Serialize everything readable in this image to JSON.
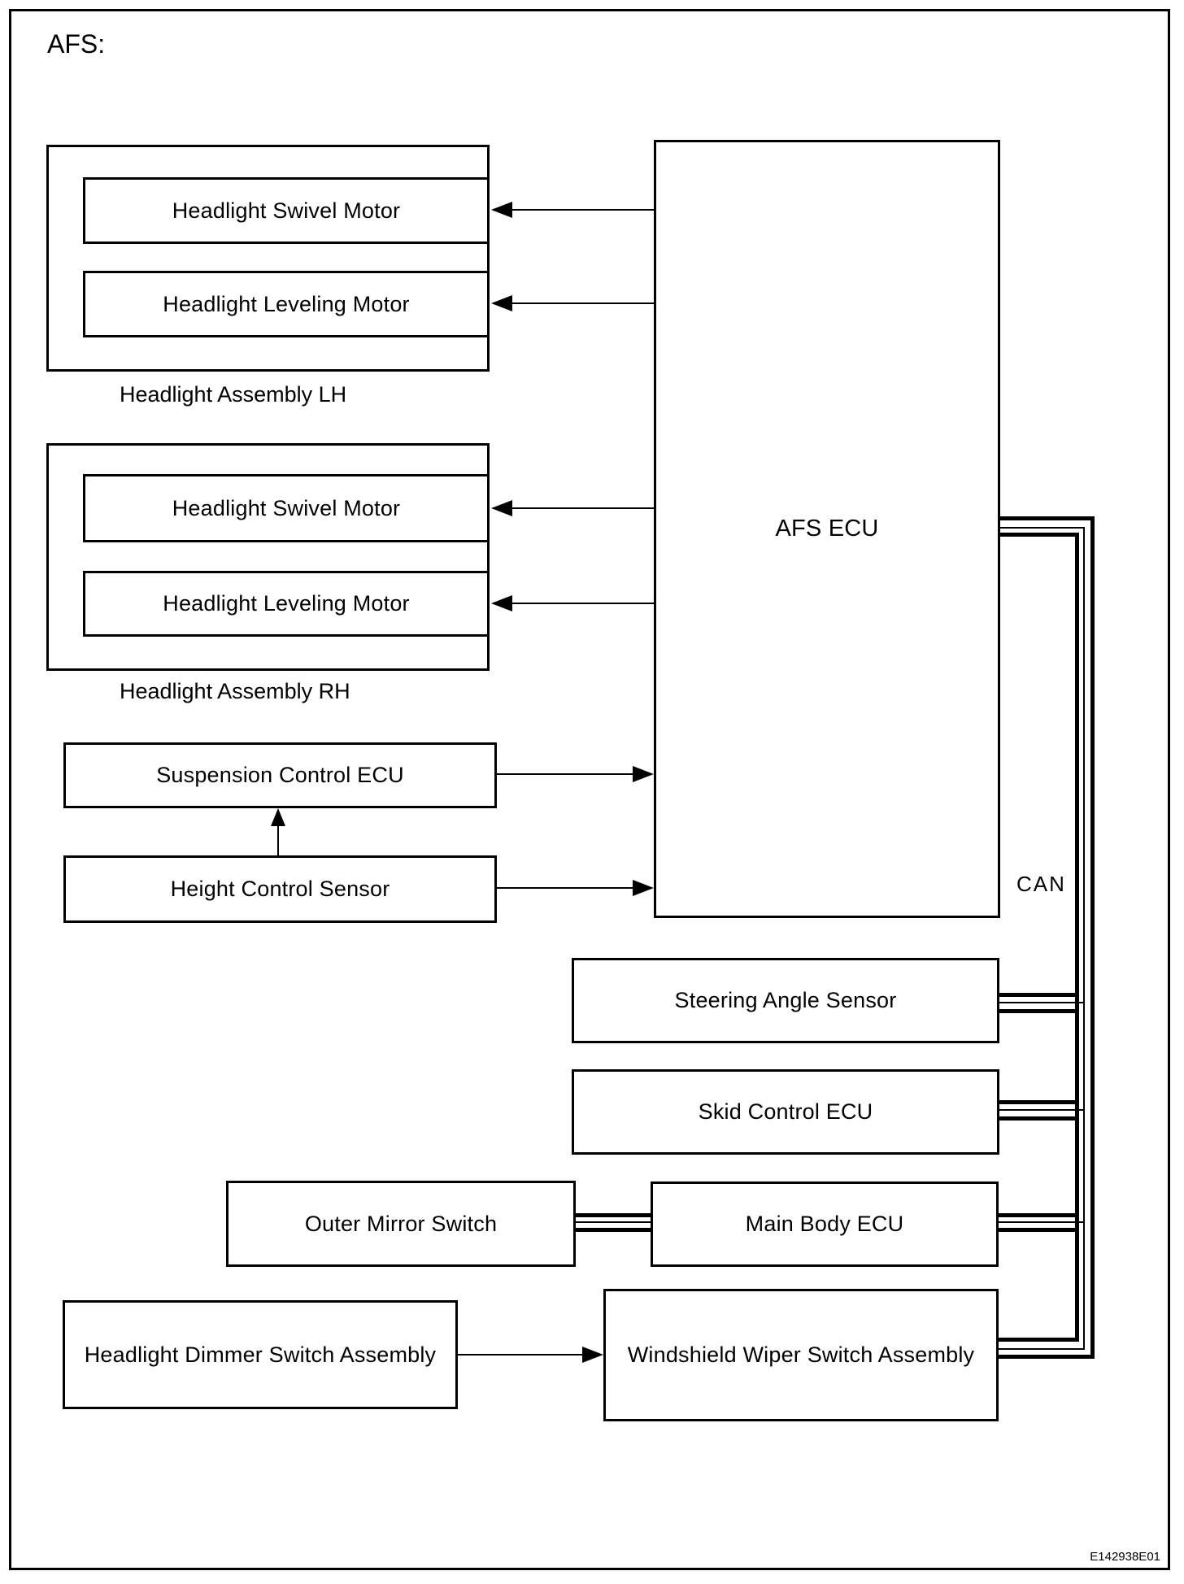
{
  "diagram_title": "AFS:",
  "figure_code": "E142938E01",
  "nodes": {
    "lh_swivel": {
      "label": "Headlight Swivel Motor"
    },
    "lh_leveling": {
      "label": "Headlight Leveling Motor"
    },
    "lh_assembly": {
      "label": "Headlight Assembly LH"
    },
    "rh_swivel": {
      "label": "Headlight Swivel Motor"
    },
    "rh_leveling": {
      "label": "Headlight Leveling Motor"
    },
    "rh_assembly": {
      "label": "Headlight Assembly RH"
    },
    "afs_ecu": {
      "label": "AFS ECU"
    },
    "suspension_control_ecu": {
      "label": "Suspension Control ECU"
    },
    "height_control_sensor": {
      "label": "Height Control Sensor"
    },
    "steering_angle_sensor": {
      "label": "Steering Angle Sensor"
    },
    "skid_control_ecu": {
      "label": "Skid Control ECU"
    },
    "outer_mirror_switch": {
      "label": "Outer Mirror Switch"
    },
    "main_body_ecu": {
      "label": "Main Body ECU"
    },
    "windshield_wiper_switch": {
      "label": "Windshield Wiper Switch Assembly"
    },
    "headlight_dimmer_switch": {
      "label": "Headlight Dimmer Switch Assembly"
    }
  },
  "bus": {
    "label": "CAN"
  },
  "colors": {
    "line": "#000000",
    "background": "#ffffff"
  }
}
